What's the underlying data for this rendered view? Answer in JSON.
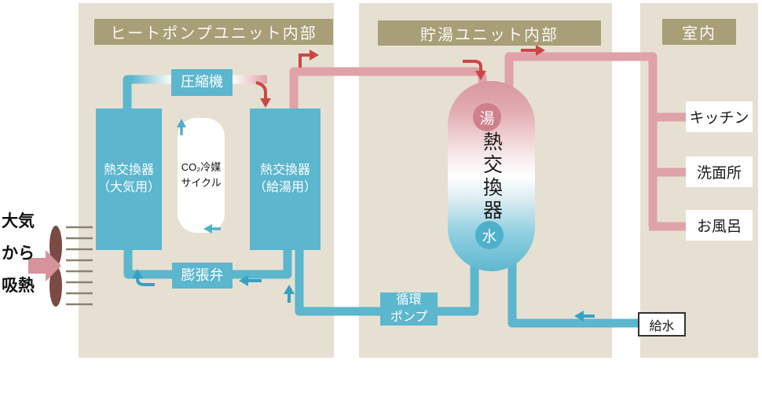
{
  "panels": {
    "heat_pump": {
      "title": "ヒートポンプユニット内部"
    },
    "storage": {
      "title": "貯湯ユニット内部"
    },
    "indoor": {
      "title": "室内"
    }
  },
  "heat_pump": {
    "compressor": "圧縮機",
    "hx_air_line1": "熱交換器",
    "hx_air_line2": "（大気用）",
    "co2_line1": "CO₂冷媒",
    "co2_line2": "サイクル",
    "hx_water_line1": "熱交換器",
    "hx_water_line2": "（給湯用）",
    "expansion_valve": "膨張弁"
  },
  "storage": {
    "tank_label": "熱交換器",
    "hot_badge": "湯",
    "cold_badge": "水",
    "pump_line1": "循環",
    "pump_line2": "ポンプ"
  },
  "indoor": {
    "rooms": [
      {
        "label": "キッチン"
      },
      {
        "label": "洗面所"
      },
      {
        "label": "お風呂"
      }
    ]
  },
  "water_supply_label": "給水",
  "air_intake": {
    "line1": "大気",
    "line2": "から",
    "line3": "吸熱"
  },
  "colors": {
    "panel_bg": "#e6e0d2",
    "title_bg": "#a89e77",
    "component_teal": "#5bb6ce",
    "pipe_hot": "#dfa2a8",
    "pipe_cold": "#5bb6ce",
    "arrow_hot": "#cb4746",
    "arrow_cold": "#35a2c4"
  }
}
